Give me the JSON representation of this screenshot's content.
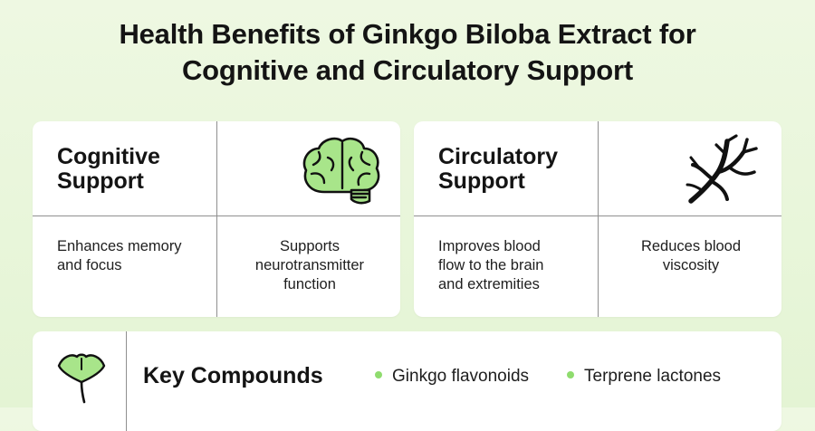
{
  "title": {
    "line1": "Health Benefits of Ginkgo Biloba Extract for",
    "line2": "Cognitive and Circulatory Support"
  },
  "colors": {
    "background": "#e8f6da",
    "card": "#ffffff",
    "icon_fill": "#a8e58a",
    "bullet": "#8fdc6e",
    "divider": "#8f8f8f"
  },
  "cognitive": {
    "heading_line1": "Cognitive",
    "heading_line2": "Support",
    "icon": "brain-icon",
    "left_text": [
      "Enhances memory",
      "and focus"
    ],
    "right_text": [
      "Supports",
      "neurotransmitter",
      "function"
    ]
  },
  "circulatory": {
    "heading_line1": "Circulatory",
    "heading_line2": "Support",
    "icon": "blood-vessel-icon",
    "left_text": [
      "Improves blood",
      "flow to the brain",
      "and extremities"
    ],
    "right_text": [
      "Reduces blood",
      "viscosity"
    ]
  },
  "key_compounds": {
    "icon": "ginkgo-leaf-icon",
    "title": "Key Compounds",
    "items": [
      "Ginkgo flavonoids",
      "Terprene lactones"
    ]
  }
}
